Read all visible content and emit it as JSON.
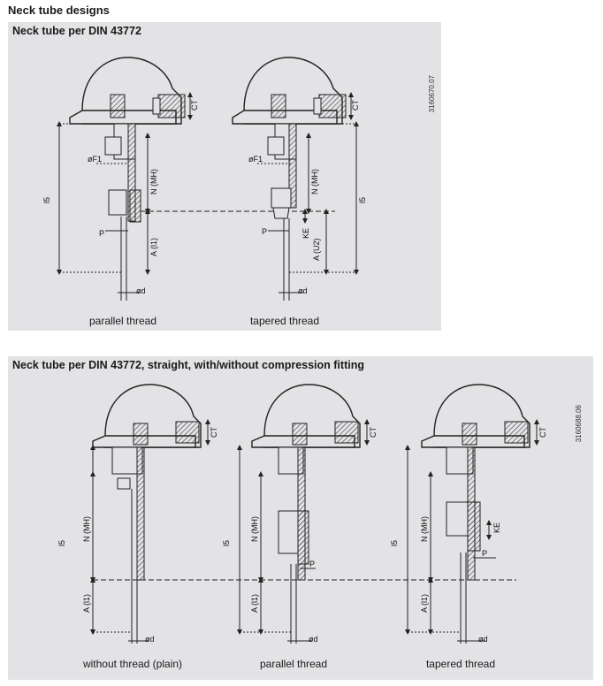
{
  "page": {
    "heading": "Neck tube designs"
  },
  "panel_top": {
    "title": "Neck tube per DIN 43772",
    "doc_id": "3160670.07",
    "captions": [
      "parallel thread",
      "tapered thread"
    ],
    "labels": {
      "ls": "l5",
      "f1": "øF1",
      "n_mh": "N (MH)",
      "a_l1": "A (l1)",
      "a_u2": "A (U2)",
      "p": "P",
      "d": "ød",
      "ct": "CT",
      "ke": "KE"
    }
  },
  "panel_bottom": {
    "title": "Neck tube per DIN 43772, straight, with/without compression fitting",
    "doc_id": "3160688.06",
    "captions": [
      "without thread (plain)",
      "parallel thread",
      "tapered thread"
    ],
    "labels": {
      "ls": "l5",
      "n_mh": "N (MH)",
      "a_l1": "A (l1)",
      "p": "P",
      "d": "ød",
      "ct": "CT",
      "ke": "KE"
    }
  }
}
